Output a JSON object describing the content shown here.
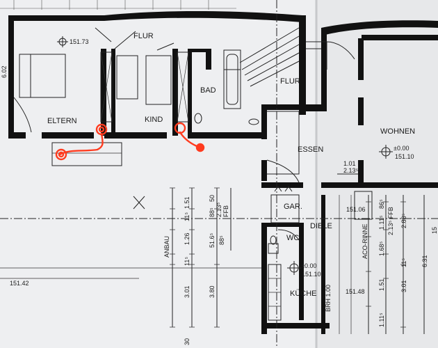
{
  "rooms": {
    "flur_top": "FLUR",
    "flur_right": "FLUR",
    "bad": "BAD",
    "eltern": "ELTERN",
    "kind": "KIND",
    "essen": "ESSEN",
    "wohnen": "WOHNEN",
    "gar": "GAR.",
    "diele": "DIELE",
    "wc": "WC",
    "kueche": "KÜCHE"
  },
  "levels": {
    "eltern": "151.73",
    "wohnen_rel": "±0.00",
    "wohnen_abs": "151.10",
    "kueche_rel": "±0.00",
    "kueche_abs": "151.10",
    "left_edge": "151.42",
    "mid": "151.48",
    "diele": "151.06"
  },
  "dimensions": {
    "wall_height": "6.02",
    "d1": "1.51",
    "d2": "1.26",
    "d3": "11⁵",
    "d4": "3.01",
    "d5": "3.80",
    "d6": "50",
    "d7": "88⁵",
    "d8": "2.13⁵",
    "d9": "51.6⁵",
    "d10": "88⁵",
    "d11": "FFB",
    "d12": "30",
    "d13": "1.01",
    "d14": "2.13⁵",
    "d15": "86⁵",
    "d16": "1.11⁵",
    "d17": "2.13⁵ FFB",
    "d18": "2.88⁵",
    "d19": "1.68⁵",
    "d20": "11⁵",
    "d21": "6.31",
    "d22": "1.51",
    "d23": "3.01",
    "d24": "1.11⁵",
    "d25": "BRH 1.00",
    "d26": "ACO-RINNE",
    "anbau": "ANBAU",
    "d27": "11⁵",
    "d28": "15"
  },
  "colors": {
    "paper": "#f1f1f3",
    "paper_shadow": "#cfd0d3",
    "wall": "#111111",
    "annotation": "#ff3b1f"
  }
}
